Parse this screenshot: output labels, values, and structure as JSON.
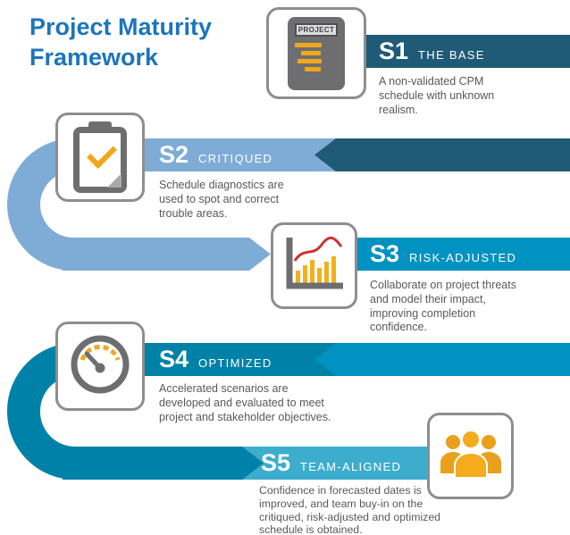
{
  "title": "Project Maturity Framework",
  "colors": {
    "title_text": "#1C75BC",
    "description_text": "#58595B",
    "stage1_band": "#1F5B76",
    "stage2_band": "#7FACD6",
    "stage3_band": "#0092C0",
    "stage4_band": "#0081A7",
    "stage5_band": "#3DADCE",
    "icon_gray": "#6E6E70",
    "icon_accent_orange": "#F2A71B",
    "chart_line_red": "#C9342B",
    "card_border": "#8E8E8E"
  },
  "stages": [
    {
      "id": "S1",
      "name": "THE BASE",
      "description": "A non-validated CPM schedule with unknown realism.",
      "icon": "project-document-icon"
    },
    {
      "id": "S2",
      "name": "CRITIQUED",
      "description": "Schedule diagnostics are used to spot and correct trouble areas.",
      "icon": "clipboard-check-icon"
    },
    {
      "id": "S3",
      "name": "RISK-ADJUSTED",
      "description": "Collaborate on project threats and model their impact, improving completion confidence.",
      "icon": "bar-chart-icon"
    },
    {
      "id": "S4",
      "name": "OPTIMIZED",
      "description": "Accelerated scenarios are developed and evaluated to meet project and stakeholder objectives.",
      "icon": "gauge-icon"
    },
    {
      "id": "S5",
      "name": "TEAM-ALIGNED",
      "description": "Confidence in forecasted dates is improved, and team buy-in on the critiqued, risk-adjusted and optimized schedule is obtained.",
      "icon": "team-icon"
    }
  ],
  "icon_labels": {
    "project_doc": "PROJECT"
  }
}
